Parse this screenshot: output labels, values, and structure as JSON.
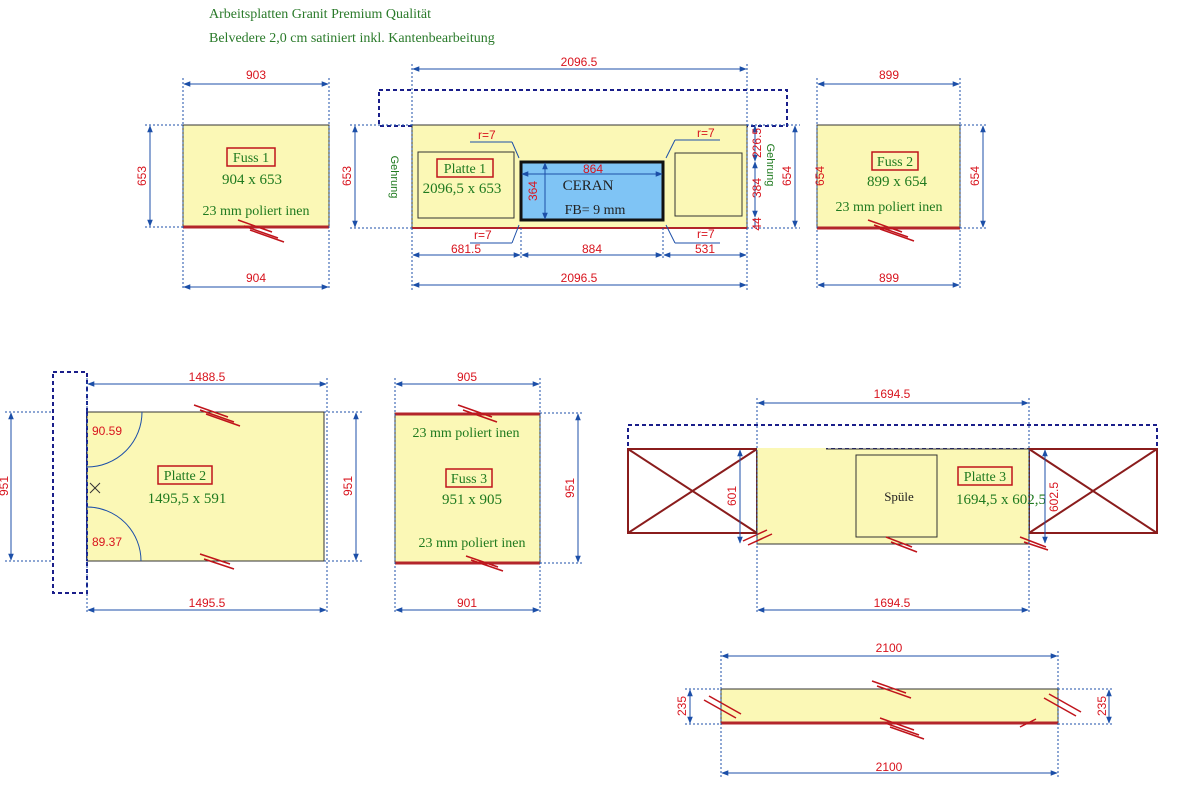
{
  "header": {
    "line1": "Arbeitsplatten Granit Premium Qualität",
    "line2": "Belvedere 2,0 cm satiniert inkl. Kantenbearbeitung"
  },
  "colors": {
    "plate_fill": "#fbf8b6",
    "dimension_line": "#1c4fa8",
    "dimension_text": "#d8141e",
    "edge_red": "#b3262b",
    "label_green": "#1f7a1f",
    "ceran_fill": "#7fc4f5",
    "dashed_frame": "#1a1e8a",
    "x_box": "#8a1c1c"
  },
  "fuss1": {
    "name": "Fuss 1",
    "size": "904 x 653",
    "edge": "23 mm poliert inen",
    "dim_top": "903",
    "dim_bottom": "904",
    "dim_left": "653"
  },
  "platte1": {
    "name": "Platte 1",
    "size": "2096,5 x 653",
    "dim_top": "2096.5",
    "dim_bottom": "2096.5",
    "dim_left": "653",
    "gehrung_left": "Gehrung",
    "gehrung_right": "Gehrung",
    "r_top_left": "r=7",
    "r_top_right": "r=7",
    "r_bottom_left": "r=7",
    "r_bottom_right": "r=7",
    "ceran_label": "CERAN",
    "ceran_fb": "FB= 9 mm",
    "ceran_width": "864",
    "ceran_height": "364",
    "seg_left": "681.5",
    "seg_mid": "884",
    "seg_right": "531",
    "right_226": "226.5",
    "right_384": "384",
    "right_44": "44",
    "right_654": "654"
  },
  "fuss2": {
    "name": "Fuss 2",
    "size": "899 x 654",
    "edge": "23 mm poliert inen",
    "dim_top": "899",
    "dim_bottom": "899",
    "dim_left": "654",
    "dim_right": "654"
  },
  "platte2": {
    "name": "Platte 2",
    "size": "1495,5 x 591",
    "dim_top": "1488.5",
    "dim_bottom": "1495.5",
    "dim_left": "951",
    "dim_right": "951",
    "angle_top": "90.59",
    "angle_bottom": "89.37"
  },
  "fuss3": {
    "name": "Fuss 3",
    "size": "951 x 905",
    "edge_top": "23 mm poliert inen",
    "edge_bottom": "23 mm poliert inen",
    "dim_top": "905",
    "dim_bottom": "901",
    "dim_right": "951"
  },
  "platte3": {
    "name": "Platte 3",
    "size": "1694,5 x 602,5",
    "sink": "Spüle",
    "dim_top": "1694.5",
    "dim_bottom": "1694.5",
    "dim_left": "601",
    "dim_right": "602.5"
  },
  "strip": {
    "dim_top": "2100",
    "dim_bottom": "2100",
    "dim_left": "235",
    "dim_right": "235"
  }
}
